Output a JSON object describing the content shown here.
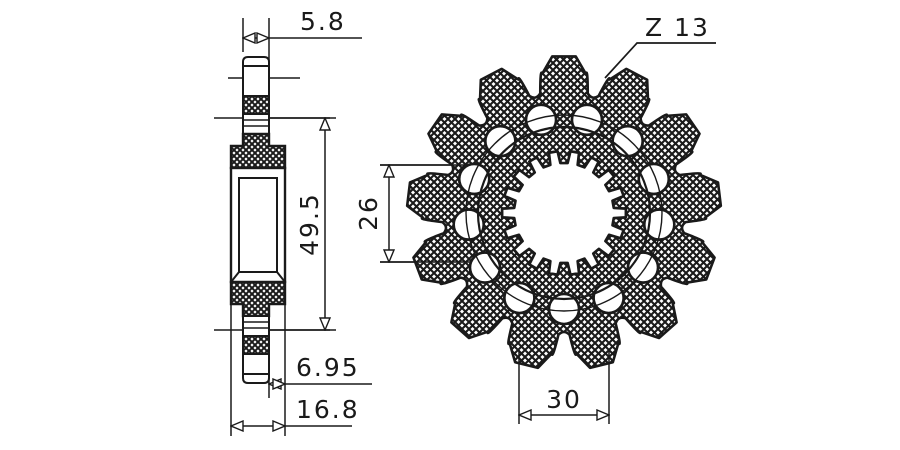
{
  "drawing": {
    "title": "Front Sprocket Technical Drawing",
    "type": "engineering-drawing",
    "units": "mm",
    "views": [
      {
        "name": "side-section-view",
        "label": ""
      },
      {
        "name": "front-view",
        "label": ""
      }
    ]
  },
  "annotations": {
    "tooth_count_label": "Z 13",
    "tooth_count_value": 13
  },
  "dimensions": {
    "top_width": "5.8",
    "hub_height": "49.5",
    "bore_diameter": "26",
    "lower_step": "6.95",
    "total_width": "16.8",
    "tooth_root_width": "30"
  },
  "geometry": {
    "teeth": 13,
    "lightening_holes": 13,
    "inner_splines": 18,
    "hatch_pattern": "cross-hatch"
  },
  "colors": {
    "line": "#1a1a1a",
    "background": "#ffffff",
    "hatch": "#1a1a1a"
  }
}
